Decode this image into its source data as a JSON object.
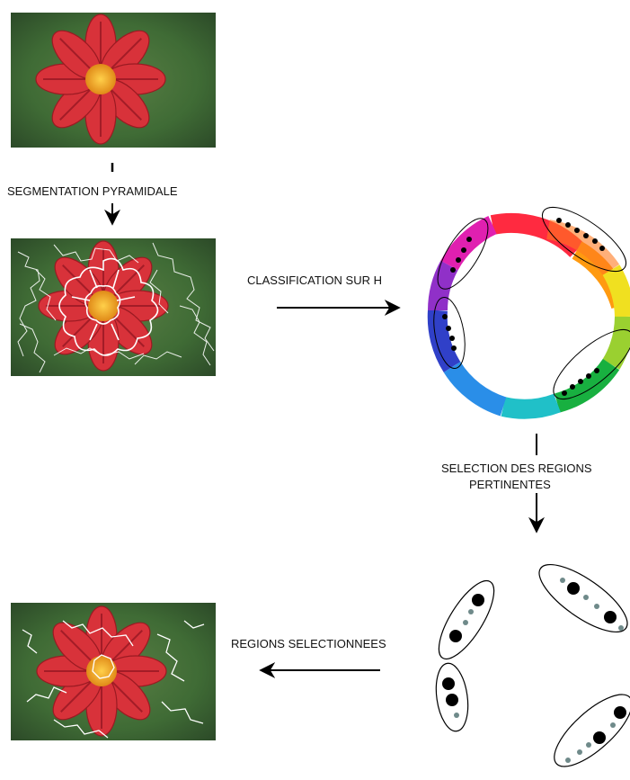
{
  "labels": {
    "segmentation": "SEGMENTATION PYRAMIDALE",
    "classification": "CLASSIFICATION SUR H",
    "selection_line1": "SELECTION DES REGIONS",
    "selection_line2": "PERTINENTES",
    "regions": "REGIONS SELECTIONNEES"
  },
  "images": {
    "original": "flower-photo",
    "segmented": "segmented-flower-photo",
    "selected": "selected-regions-flower-photo"
  },
  "colors": {
    "flower_red": "#d8323a",
    "flower_center": "#f0a020",
    "foliage_green": "#3f6b35",
    "segment_outline": "#ffffff",
    "dot_black": "#000000",
    "dot_grey": "#6f8a8a"
  },
  "hue_wheel": {
    "clusters": [
      {
        "hue": "magenta",
        "points": 4
      },
      {
        "hue": "orange-yellow",
        "points": 6
      },
      {
        "hue": "blue-violet",
        "points": 4
      },
      {
        "hue": "green",
        "points": 5
      }
    ]
  }
}
